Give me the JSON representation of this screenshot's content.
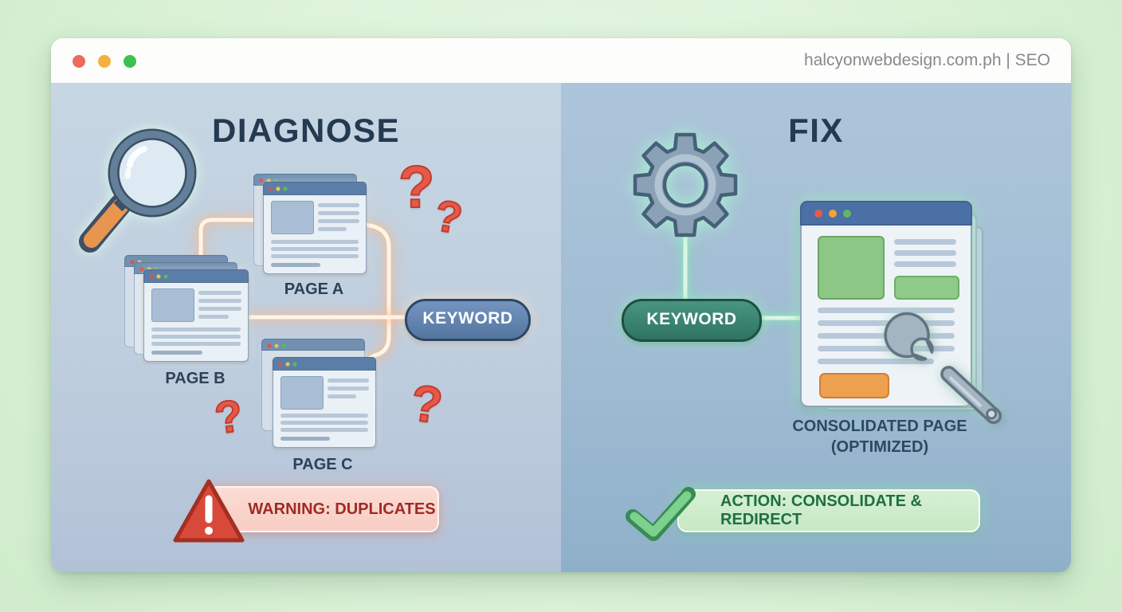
{
  "titlebar": {
    "site_text": "halcyonwebdesign.com.ph | SEO"
  },
  "diagnose": {
    "title": "DIAGNOSE",
    "page_a": "PAGE A",
    "page_b": "PAGE B",
    "page_c": "PAGE C",
    "keyword": "KEYWORD",
    "warning": "WARNING: DUPLICATES",
    "qm": "?"
  },
  "fix": {
    "title": "FIX",
    "keyword": "KEYWORD",
    "result_line1": "CONSOLIDATED PAGE",
    "result_line2": "(OPTIMIZED)",
    "action": "ACTION: CONSOLIDATE & REDIRECT"
  },
  "colors": {
    "keyword_blue": "#53759f",
    "keyword_teal": "#2e7463",
    "warning_red": "#9e2b25",
    "action_green": "#1e6f42",
    "panel_left_bg": "#bfcede",
    "panel_right_bg": "#a0bcd3"
  }
}
